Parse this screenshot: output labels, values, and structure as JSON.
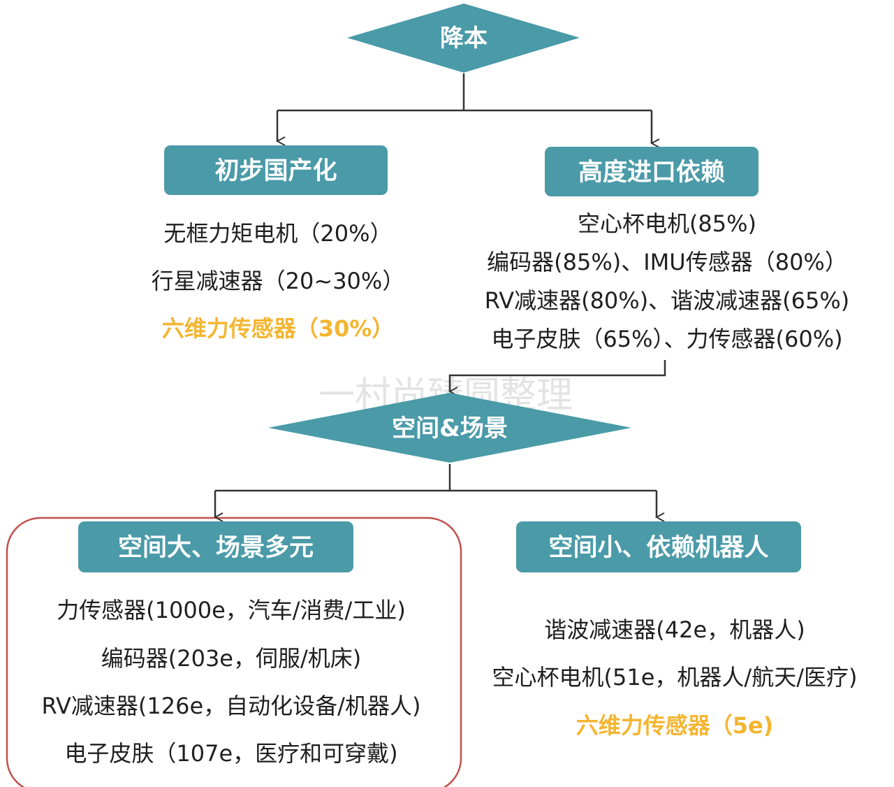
{
  "colors": {
    "node_fill": "#4a9aa8",
    "highlight_text": "#f4b531",
    "body_text": "#1f1f1f",
    "connector": "#333333",
    "frame_border": "#c0504d"
  },
  "watermark": "一村尚臻圆整理",
  "top_diamond": {
    "label": "降本"
  },
  "left_branch": {
    "title": "初步国产化",
    "items": [
      {
        "text": "无框力矩电机（20%）",
        "highlight": false
      },
      {
        "text": "行星减速器（20~30%）",
        "highlight": false
      },
      {
        "text": "六维力传感器（30%）",
        "highlight": true
      }
    ]
  },
  "right_branch": {
    "title": "高度进口依赖",
    "items": [
      {
        "text": "空心杯电机(85%)",
        "highlight": false
      },
      {
        "text": "编码器(85%)、IMU传感器（80%）",
        "highlight": false
      },
      {
        "text": "RV减速器(80%)、谐波减速器(65%)",
        "highlight": false
      },
      {
        "text": "电子皮肤（65%）、力传感器(60%)",
        "highlight": false
      }
    ]
  },
  "middle_diamond": {
    "label": "空间&场景"
  },
  "bottom_left": {
    "title": "空间大、场景多元",
    "items": [
      {
        "text": "力传感器(1000e，汽车/消费/工业)",
        "highlight": false
      },
      {
        "text": "编码器(203e，伺服/机床)",
        "highlight": false
      },
      {
        "text": "RV减速器(126e，自动化设备/机器人)",
        "highlight": false
      },
      {
        "text": "电子皮肤（107e，医疗和可穿戴)",
        "highlight": false
      }
    ]
  },
  "bottom_right": {
    "title": "空间小、依赖机器人",
    "items": [
      {
        "text": "谐波减速器(42e，机器人)",
        "highlight": false
      },
      {
        "text": "空心杯电机(51e，机器人/航天/医疗)",
        "highlight": false
      },
      {
        "text": "六维力传感器（5e)",
        "highlight": true
      }
    ]
  }
}
